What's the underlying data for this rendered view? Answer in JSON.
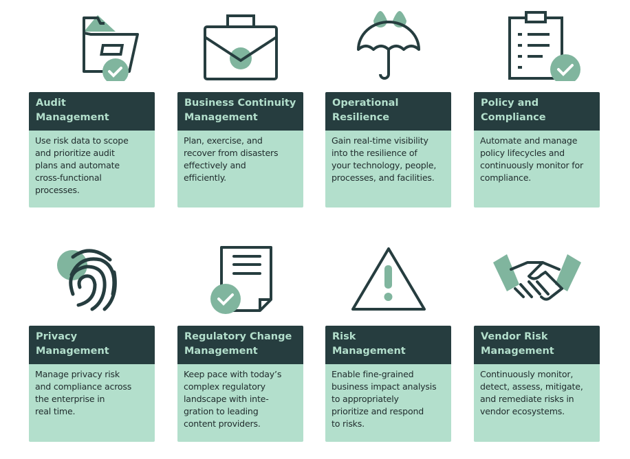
{
  "colors": {
    "dark": "#263d3f",
    "light": "#b3dfcc",
    "accent": "#80b59e"
  },
  "cards": [
    {
      "icon": "folder-check-icon",
      "title": [
        "Audit",
        "Management"
      ],
      "body": [
        "Use risk data to scope",
        "and prioritize audit",
        "plans and automate",
        "cross-functional",
        "processes."
      ]
    },
    {
      "icon": "briefcase-icon",
      "title": [
        "Business Continuity",
        "Management"
      ],
      "body": [
        "Plan, exercise, and",
        "recover from disasters",
        "effectively and",
        "efficiently."
      ]
    },
    {
      "icon": "umbrella-icon",
      "title": [
        "Operational",
        "Resilience"
      ],
      "body": [
        "Gain real-time visibility",
        "into the resilience of",
        "your technology, people,",
        "processes, and facilities."
      ]
    },
    {
      "icon": "clipboard-check-icon",
      "title": [
        "Policy and",
        "Compliance"
      ],
      "body": [
        "Automate and manage",
        "policy lifecycles and",
        "continuously monitor for",
        "compliance."
      ]
    },
    {
      "icon": "fingerprint-icon",
      "title": [
        "Privacy",
        "Management"
      ],
      "body": [
        "Manage privacy risk",
        "and compliance across",
        "the enterprise in",
        "real time."
      ]
    },
    {
      "icon": "document-check-icon",
      "title": [
        "Regulatory Change",
        "Management"
      ],
      "body": [
        "Keep pace with today’s",
        "complex regulatory",
        "landscape with inte-",
        "gration to leading",
        "content providers."
      ]
    },
    {
      "icon": "warning-triangle-icon",
      "title": [
        "Risk",
        "Management"
      ],
      "body": [
        "Enable fine-grained",
        "business impact analysis",
        "to appropriately",
        "prioritize and respond",
        "to risks."
      ]
    },
    {
      "icon": "handshake-icon",
      "title": [
        "Vendor Risk",
        "Management"
      ],
      "body": [
        "Continuously monitor,",
        "detect, assess, mitigate,",
        "and remediate risks in",
        "vendor ecosystems."
      ]
    }
  ]
}
